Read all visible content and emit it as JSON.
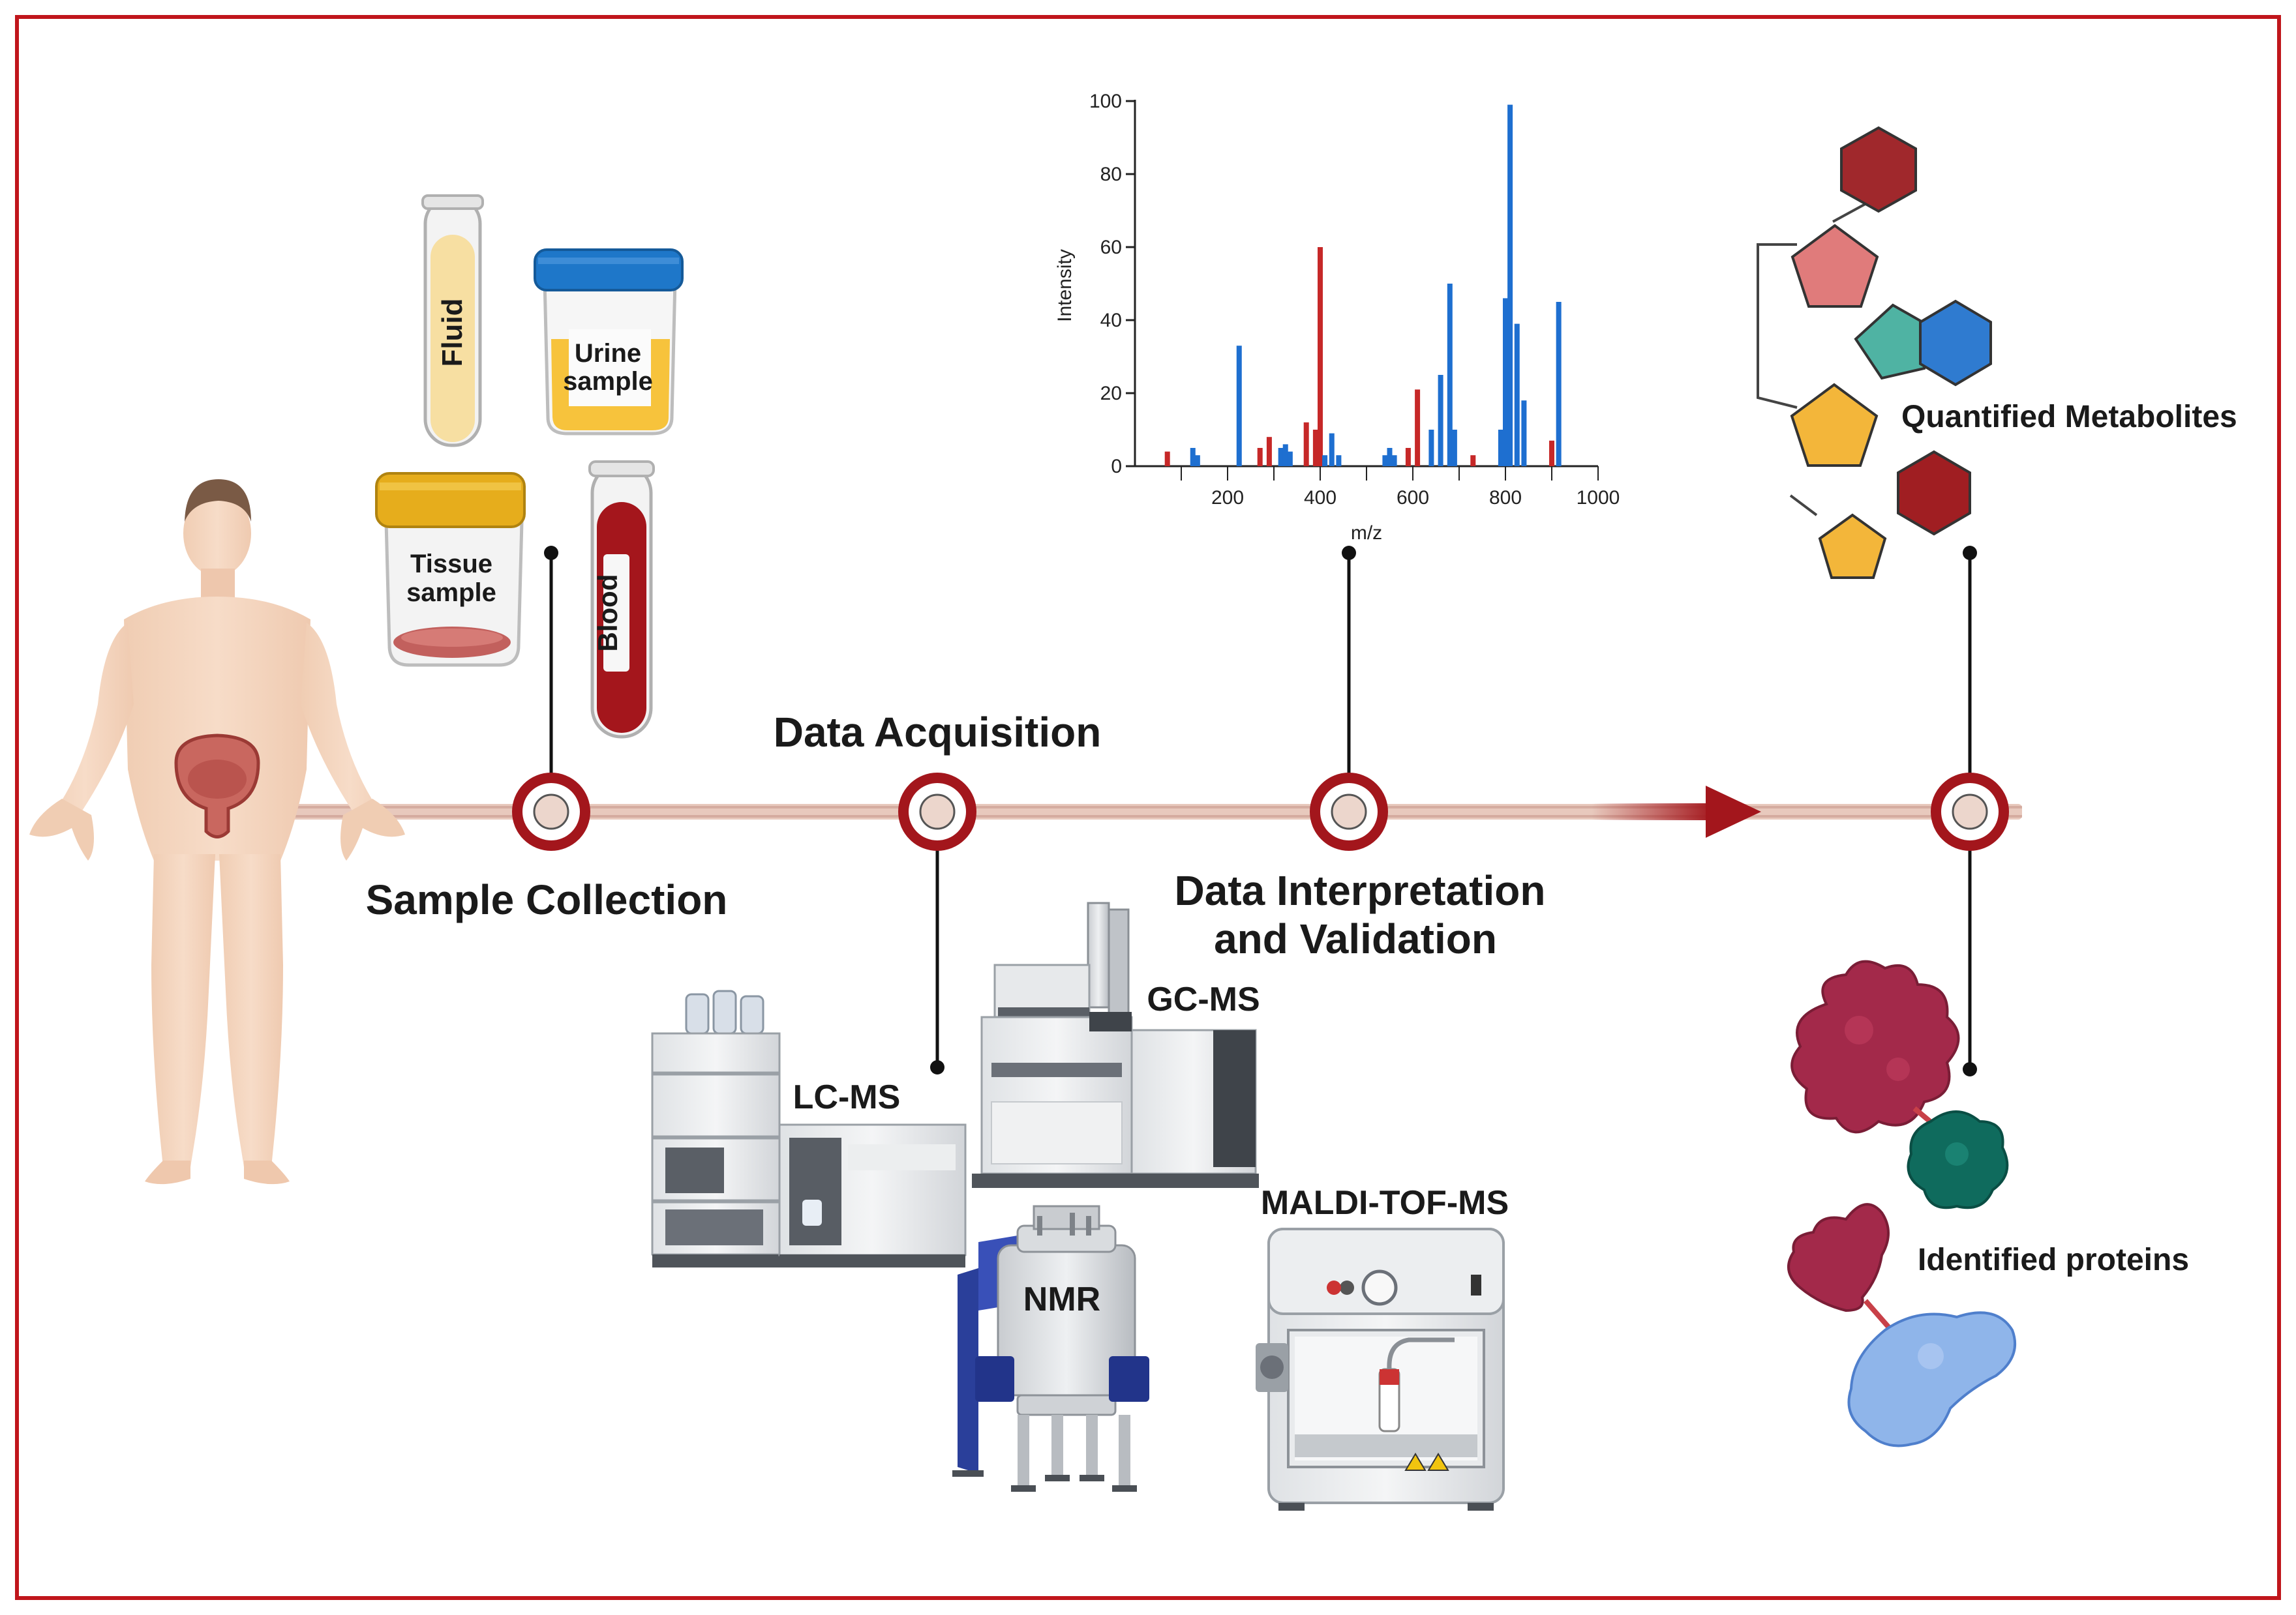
{
  "stages": {
    "sample_collection": "Sample Collection",
    "data_acquisition": "Data Acquisition",
    "interpretation_line1": "Data Interpretation",
    "interpretation_line2": "and Validation"
  },
  "samples": {
    "fluid": "Fluid",
    "urine_line1": "Urine",
    "urine_line2": "sample",
    "tissue_line1": "Tissue",
    "tissue_line2": "sample",
    "blood": "Blood"
  },
  "instruments": {
    "lcms": "LC-MS",
    "gcms": "GC-MS",
    "nmr": "NMR",
    "maldi": "MALDI-TOF-MS"
  },
  "outcomes": {
    "metabolites": "Quantified Metabolites",
    "proteins": "Identified proteins"
  },
  "colors": {
    "frame": "#c0161c",
    "timeline": "#e8c9bd",
    "ring": "#a3161c",
    "red_peak": "#c62828",
    "blue_peak": "#1e6fd0",
    "arrow": "#a3161c"
  },
  "chart_data": {
    "type": "bar",
    "xlabel": "m/z",
    "ylabel": "Intensity",
    "xlim": [
      0,
      1000
    ],
    "ylim": [
      0,
      100
    ],
    "xticks": [
      200,
      400,
      600,
      800,
      1000
    ],
    "yticks": [
      0,
      20,
      40,
      60,
      80,
      100
    ],
    "series": [
      {
        "color": "red",
        "x": [
          70,
          270,
          290,
          370,
          390,
          400,
          590,
          610,
          730,
          900
        ],
        "y": [
          4,
          5,
          8,
          12,
          10,
          60,
          5,
          21,
          3,
          7
        ]
      },
      {
        "color": "blue",
        "x": [
          125,
          135,
          225,
          315,
          325,
          335,
          410,
          425,
          440,
          540,
          550,
          560,
          640,
          660,
          680,
          690,
          790,
          800,
          810,
          825,
          840,
          915
        ],
        "y": [
          5,
          3,
          33,
          5,
          6,
          4,
          3,
          9,
          3,
          3,
          5,
          3,
          10,
          25,
          50,
          10,
          10,
          46,
          99,
          39,
          18,
          45
        ]
      }
    ]
  }
}
